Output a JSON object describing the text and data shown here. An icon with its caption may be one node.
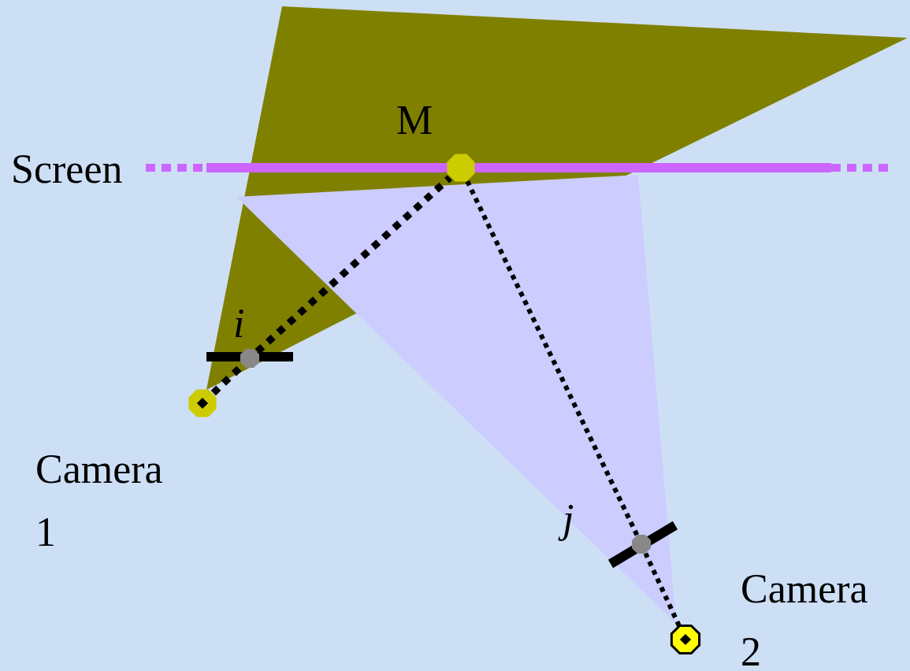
{
  "diagram": {
    "nodes": [
      {
        "text": [],
        "shape": "circle",
        "beside": [
          "M"
        ]
      },
      {
        "text": [],
        "shape": "circle",
        "beside": [
          "Camera 1"
        ]
      },
      {
        "text": [],
        "shape": "circle",
        "beside": [
          "i"
        ]
      },
      {
        "text": [],
        "shape": "circle",
        "beside": [
          "Camera 2"
        ]
      },
      {
        "text": [],
        "shape": "circle",
        "beside": [
          "j"
        ]
      }
    ],
    "edges": [
      {
        "from": 1,
        "to": 2,
        "arrow": "none",
        "style": "dashed"
      },
      {
        "from": 2,
        "to": 0,
        "arrow": "none",
        "style": "dashed"
      },
      {
        "from": 3,
        "to": 4,
        "arrow": "none",
        "style": "dashed"
      },
      {
        "from": 4,
        "to": 0,
        "arrow": "none",
        "style": "dashed"
      }
    ],
    "labels": [
      "Screen"
    ]
  }
}
